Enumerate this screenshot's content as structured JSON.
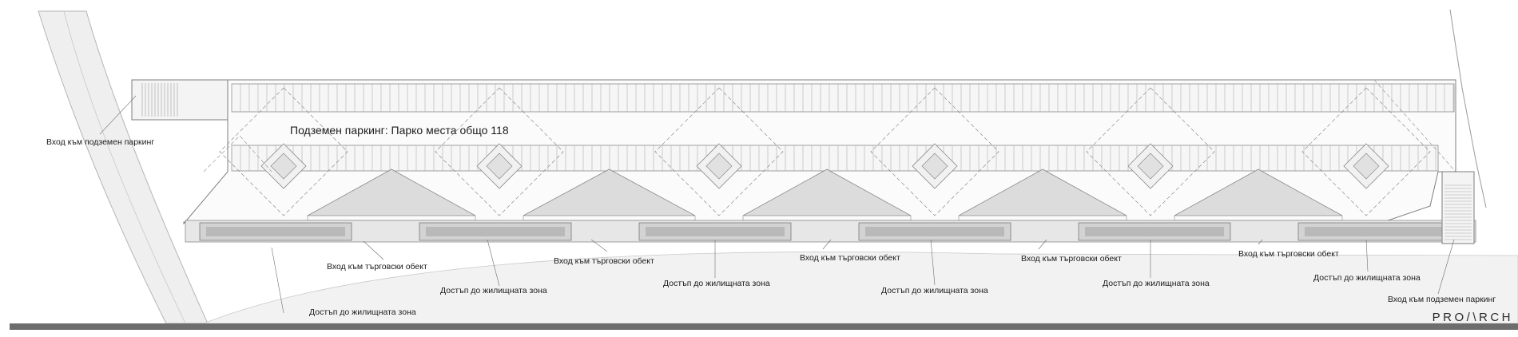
{
  "title": "Подземен паркинг: Парко места общо 118",
  "labels": {
    "parking_entry_left": "Вход към подземен паркинг",
    "parking_entry_right": "Вход към подземен паркинг",
    "retail_1": "Вход към търговски обект",
    "retail_2": "Вход към търговски обект",
    "retail_3": "Вход към търговски обект",
    "retail_4": "Вход към търговски обект",
    "retail_5": "Вход към търговски обект",
    "res_1": "Достъп до жилищната зона",
    "res_2": "Достъп до жилищната зона",
    "res_3": "Достъп до жилищната зона",
    "res_4": "Достъп до жилищната зона",
    "res_5": "Достъп до жилищната зона",
    "res_6": "Достъп до жилищната зона"
  },
  "logo": "PRO/\\RCH",
  "colors": {
    "line": "#8a8a8a",
    "fill_light": "#efefef",
    "fill_mid": "#d9d9d9",
    "fill_dark": "#9a9a9a",
    "footer": "#6d6d6d"
  }
}
